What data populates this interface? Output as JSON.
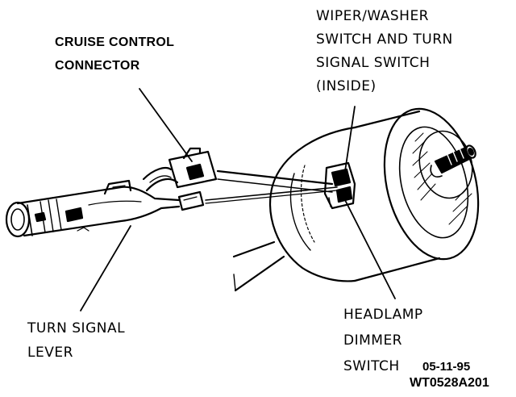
{
  "labels": {
    "cruise_control": {
      "line1": "CRUISE CONTROL",
      "line2": "CONNECTOR"
    },
    "wiper_washer": {
      "line1": "WIPER/WASHER",
      "line2": "SWITCH AND TURN",
      "line3": "SIGNAL SWITCH",
      "line4": "(INSIDE)"
    },
    "turn_signal_lever": {
      "line1": "TURN SIGNAL",
      "line2": "LEVER"
    },
    "headlamp_dimmer": {
      "line1": "HEADLAMP",
      "line2": "DIMMER",
      "line3": "SWITCH"
    }
  },
  "figure_code": {
    "date": "05-11-95",
    "id": "WT0528A201"
  }
}
